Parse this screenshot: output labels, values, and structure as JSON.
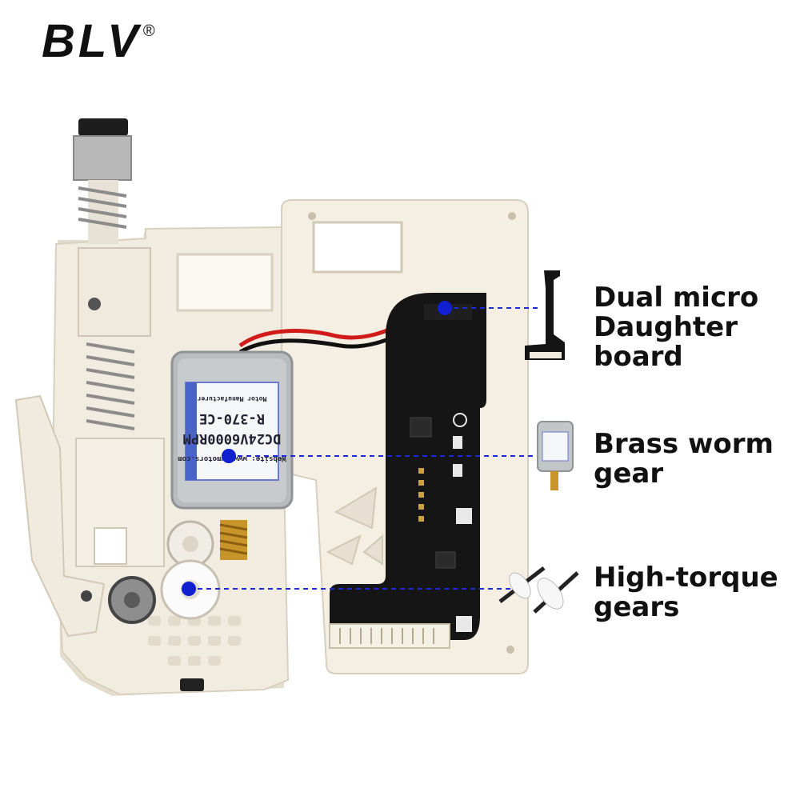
{
  "brand": {
    "name": "BLV",
    "mark": "®"
  },
  "callouts": [
    {
      "title": "Dual micro Daughter board",
      "lines": [
        "Dual micro",
        "Daughter",
        "board"
      ]
    },
    {
      "title": "Brass worm gear",
      "lines": [
        "Brass worm",
        "gear"
      ]
    },
    {
      "title": "High-torque gears",
      "lines": [
        "High-torque",
        "gears"
      ]
    }
  ],
  "motor_label": {
    "model": "R-370-CE",
    "rating": "DC24V6000RPM",
    "website": "Website: www.xymotors.com",
    "maker": "Motor Manufacturer"
  },
  "colors": {
    "callout_line": "#1a2ad6",
    "dot": "#1020d0",
    "pcb": "#151515",
    "housing": "#f3ede2",
    "motor": "#b9bcbf"
  }
}
